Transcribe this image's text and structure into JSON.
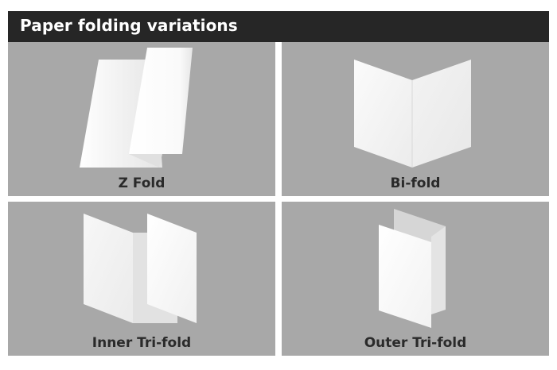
{
  "header": {
    "title": "Paper folding variations"
  },
  "colors": {
    "header_bg": "#262626",
    "panel_bg": "#a8a8a8",
    "paper": "#f5f5f5",
    "label": "#2a2a2a"
  },
  "panels": [
    {
      "label": "Z Fold",
      "icon": "z-fold-icon"
    },
    {
      "label": "Bi-fold",
      "icon": "bi-fold-icon"
    },
    {
      "label": "Inner Tri-fold",
      "icon": "inner-tri-fold-icon"
    },
    {
      "label": "Outer Tri-fold",
      "icon": "outer-tri-fold-icon"
    }
  ]
}
